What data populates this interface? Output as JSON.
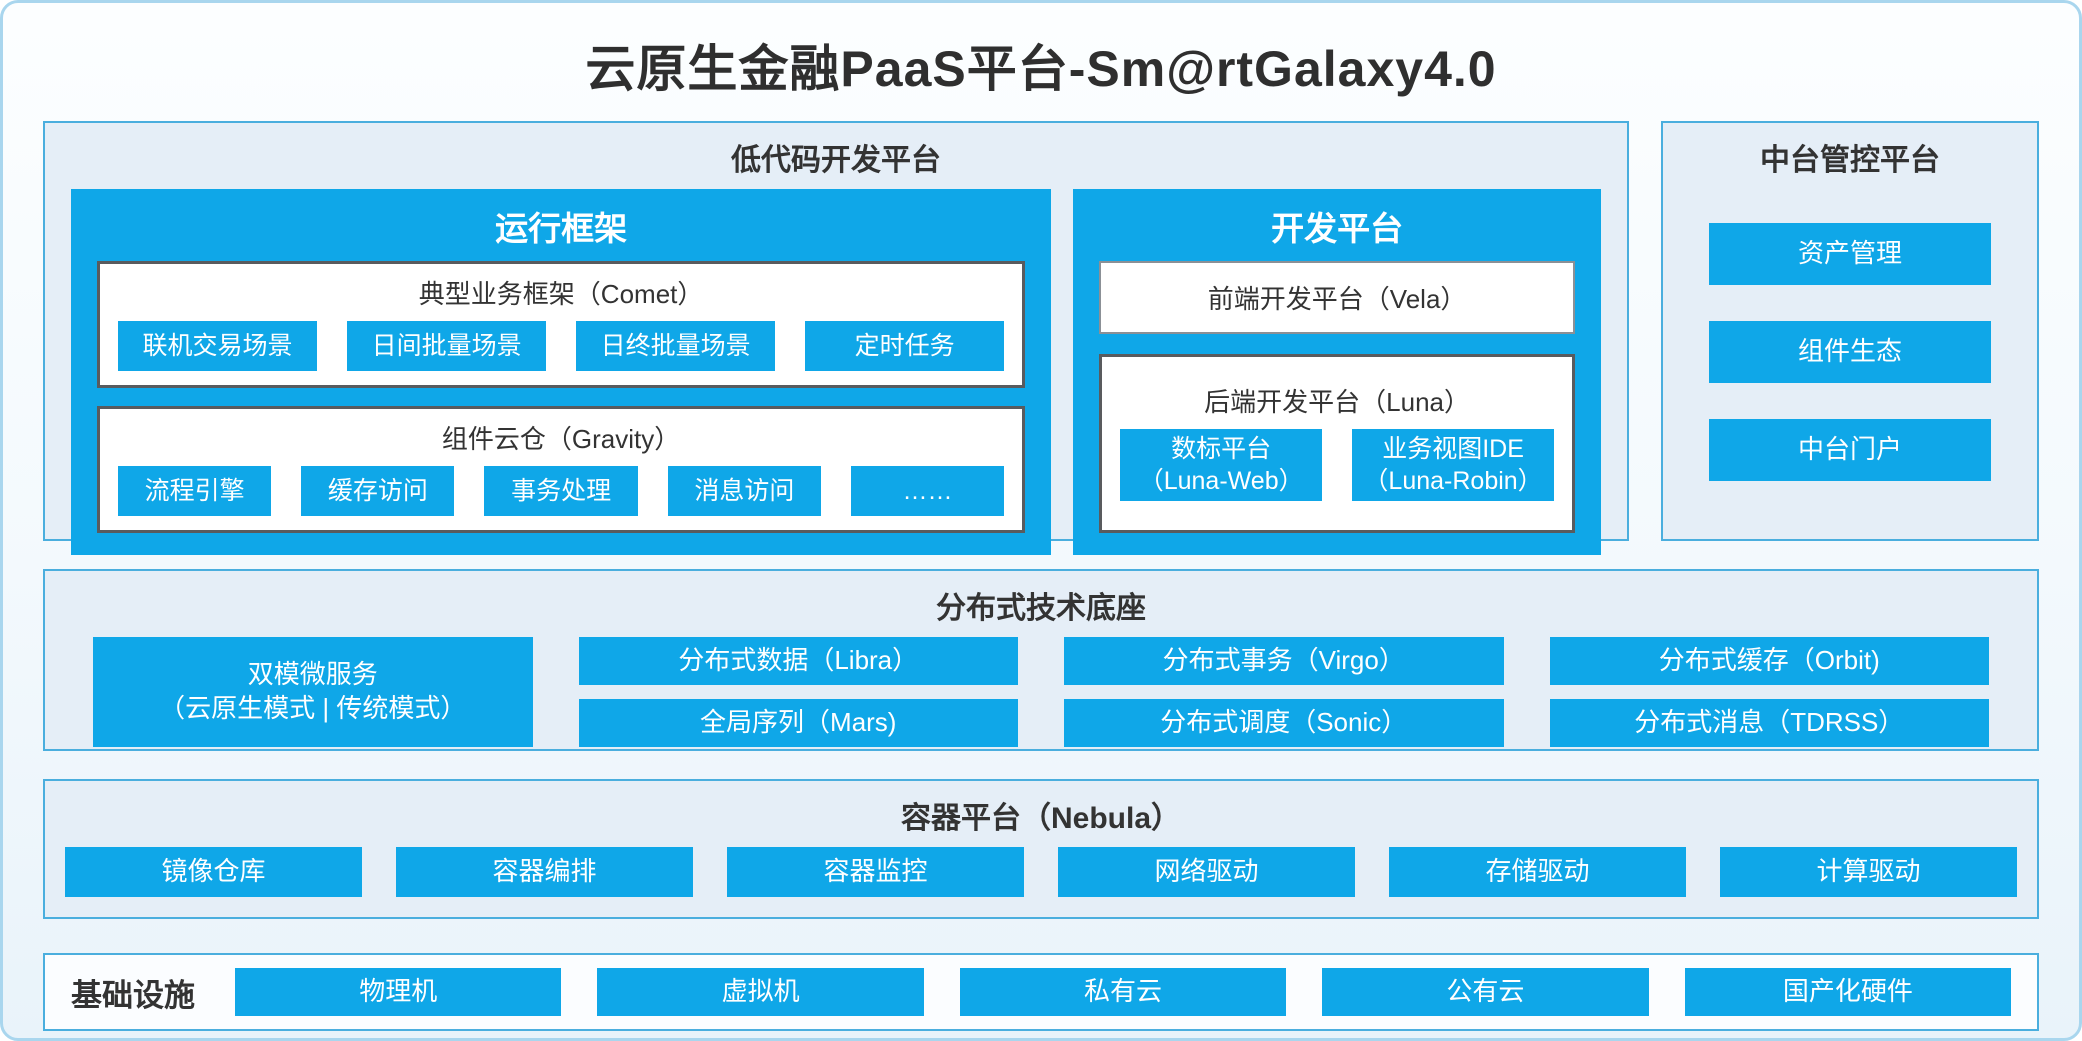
{
  "title": "云原生金融PaaS平台-Sm@rtGalaxy4.0",
  "low_code": {
    "title": "低代码开发平台",
    "runtime": {
      "title": "运行框架",
      "comet": {
        "title": "典型业务框架（Comet）",
        "items": [
          "联机交易场景",
          "日间批量场景",
          "日终批量场景",
          "定时任务"
        ]
      },
      "gravity": {
        "title": "组件云仓（Gravity）",
        "items": [
          "流程引擎",
          "缓存访问",
          "事务处理",
          "消息访问",
          "……"
        ]
      }
    },
    "dev": {
      "title": "开发平台",
      "vela": "前端开发平台（Vela）",
      "luna": {
        "title": "后端开发平台（Luna）",
        "items": [
          "数标平台\n（Luna-Web）",
          "业务视图IDE\n（Luna-Robin）"
        ]
      }
    }
  },
  "mid_platform": {
    "title": "中台管控平台",
    "items": [
      "资产管理",
      "组件生态",
      "中台门户"
    ]
  },
  "distributed": {
    "title": "分布式技术底座",
    "dual_mode": "双模微服务\n（云原生模式 | 传统模式）",
    "row1": [
      "分布式数据（Libra）",
      "分布式事务（Virgo）",
      "分布式缓存（Orbit)"
    ],
    "row2": [
      "全局序列（Mars)",
      "分布式调度（Sonic）",
      "分布式消息（TDRSS）"
    ]
  },
  "container": {
    "title": "容器平台（Nebula）",
    "items": [
      "镜像仓库",
      "容器编排",
      "容器监控",
      "网络驱动",
      "存储驱动",
      "计算驱动"
    ]
  },
  "infra": {
    "title": "基础设施",
    "items": [
      "物理机",
      "虚拟机",
      "私有云",
      "公有云",
      "国产化硬件"
    ]
  },
  "colors": {
    "accent_blue": "#0fa7e8",
    "panel_bg": "#e5eef7",
    "panel_border": "#4aaede",
    "box_border": "#595b5e"
  }
}
